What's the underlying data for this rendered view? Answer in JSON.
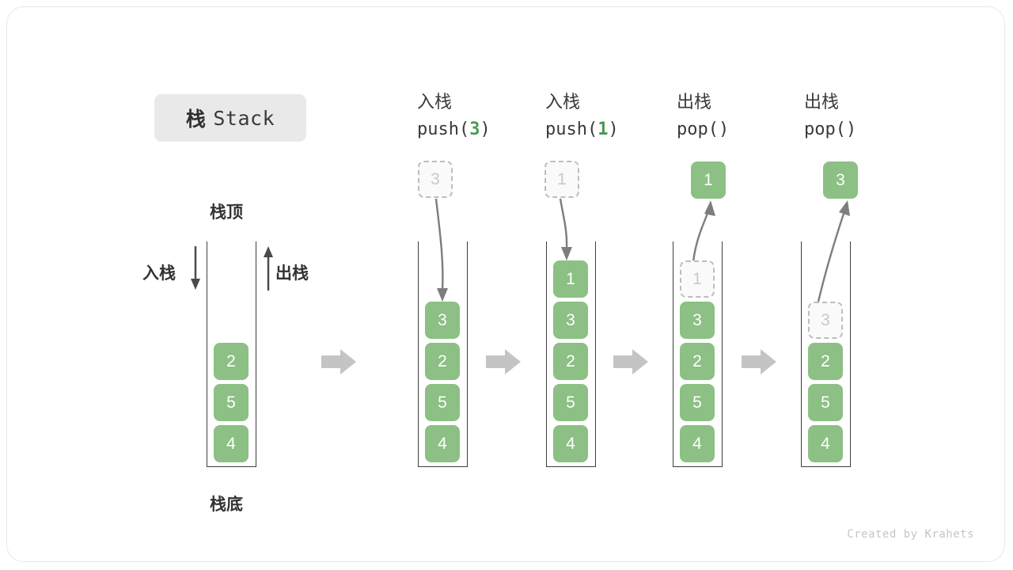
{
  "title": {
    "cn": "栈",
    "en": "Stack"
  },
  "labels": {
    "top": "栈顶",
    "bottom": "栈底",
    "push": "入栈",
    "pop": "出栈"
  },
  "footer": "Created by Krahets",
  "colors": {
    "cell_fill": "#8cc084",
    "cell_text": "#ffffff",
    "ghost_fill": "#fafafa",
    "ghost_border": "#bdbdbd",
    "ghost_text": "#c9c9c9",
    "accent_green": "#4a9a50",
    "text_dark": "#3a3a3a",
    "wall": "#3f3f3f",
    "step_arrow": "#c4c4c4",
    "badge_bg": "#e9e9e9"
  },
  "columns": [
    {
      "id": "initial",
      "op_cn": "",
      "op_code_prefix": "",
      "op_code_arg": "",
      "op_code_suffix": "",
      "floating": null,
      "cells": [
        {
          "value": "2",
          "state": "filled"
        },
        {
          "value": "5",
          "state": "filled"
        },
        {
          "value": "4",
          "state": "filled"
        }
      ]
    },
    {
      "id": "push-3",
      "op_cn": "入栈",
      "op_code_prefix": "push(",
      "op_code_arg": "3",
      "op_code_suffix": ")",
      "floating": {
        "value": "3",
        "state": "ghost",
        "direction": "down"
      },
      "cells": [
        {
          "value": "3",
          "state": "filled"
        },
        {
          "value": "2",
          "state": "filled"
        },
        {
          "value": "5",
          "state": "filled"
        },
        {
          "value": "4",
          "state": "filled"
        }
      ]
    },
    {
      "id": "push-1",
      "op_cn": "入栈",
      "op_code_prefix": "push(",
      "op_code_arg": "1",
      "op_code_suffix": ")",
      "floating": {
        "value": "1",
        "state": "ghost",
        "direction": "down"
      },
      "cells": [
        {
          "value": "1",
          "state": "filled"
        },
        {
          "value": "3",
          "state": "filled"
        },
        {
          "value": "2",
          "state": "filled"
        },
        {
          "value": "5",
          "state": "filled"
        },
        {
          "value": "4",
          "state": "filled"
        }
      ]
    },
    {
      "id": "pop-1",
      "op_cn": "出栈",
      "op_code_prefix": "pop(",
      "op_code_arg": "",
      "op_code_suffix": ")",
      "floating": {
        "value": "1",
        "state": "filled",
        "direction": "up"
      },
      "cells": [
        {
          "value": "1",
          "state": "ghost"
        },
        {
          "value": "3",
          "state": "filled"
        },
        {
          "value": "2",
          "state": "filled"
        },
        {
          "value": "5",
          "state": "filled"
        },
        {
          "value": "4",
          "state": "filled"
        }
      ]
    },
    {
      "id": "pop-3",
      "op_cn": "出栈",
      "op_code_prefix": "pop(",
      "op_code_arg": "",
      "op_code_suffix": ")",
      "floating": {
        "value": "3",
        "state": "filled",
        "direction": "up"
      },
      "cells": [
        {
          "value": "",
          "state": "empty"
        },
        {
          "value": "3",
          "state": "ghost"
        },
        {
          "value": "2",
          "state": "filled"
        },
        {
          "value": "5",
          "state": "filled"
        },
        {
          "value": "4",
          "state": "filled"
        }
      ]
    }
  ]
}
